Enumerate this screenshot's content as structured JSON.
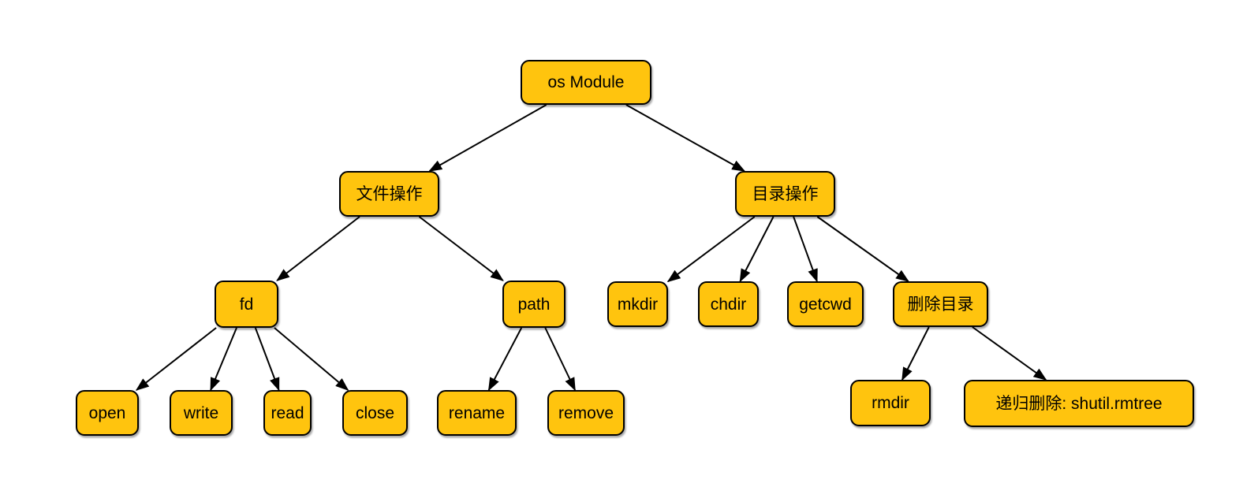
{
  "diagram": {
    "type": "tree",
    "colors": {
      "node_fill": "#FFC40E",
      "node_border": "#000000",
      "edge": "#000000",
      "background": "#FFFFFF"
    },
    "nodes": [
      {
        "id": "os",
        "label": "os Module"
      },
      {
        "id": "fileops",
        "label": "文件操作"
      },
      {
        "id": "dirops",
        "label": "目录操作"
      },
      {
        "id": "fd",
        "label": "fd"
      },
      {
        "id": "path",
        "label": "path"
      },
      {
        "id": "mkdir",
        "label": "mkdir"
      },
      {
        "id": "chdir",
        "label": "chdir"
      },
      {
        "id": "getcwd",
        "label": "getcwd"
      },
      {
        "id": "deldir",
        "label": "删除目录"
      },
      {
        "id": "open",
        "label": "open"
      },
      {
        "id": "write",
        "label": "write"
      },
      {
        "id": "read",
        "label": "read"
      },
      {
        "id": "close",
        "label": "close"
      },
      {
        "id": "rename",
        "label": "rename"
      },
      {
        "id": "remove",
        "label": "remove"
      },
      {
        "id": "rmdir",
        "label": "rmdir"
      },
      {
        "id": "rmtree",
        "label": "递归删除: shutil.rmtree"
      }
    ],
    "edges": [
      {
        "from": "os",
        "to": "fileops"
      },
      {
        "from": "os",
        "to": "dirops"
      },
      {
        "from": "fileops",
        "to": "fd"
      },
      {
        "from": "fileops",
        "to": "path"
      },
      {
        "from": "fd",
        "to": "open"
      },
      {
        "from": "fd",
        "to": "write"
      },
      {
        "from": "fd",
        "to": "read"
      },
      {
        "from": "fd",
        "to": "close"
      },
      {
        "from": "path",
        "to": "rename"
      },
      {
        "from": "path",
        "to": "remove"
      },
      {
        "from": "dirops",
        "to": "mkdir"
      },
      {
        "from": "dirops",
        "to": "chdir"
      },
      {
        "from": "dirops",
        "to": "getcwd"
      },
      {
        "from": "dirops",
        "to": "deldir"
      },
      {
        "from": "deldir",
        "to": "rmdir"
      },
      {
        "from": "deldir",
        "to": "rmtree"
      }
    ]
  }
}
